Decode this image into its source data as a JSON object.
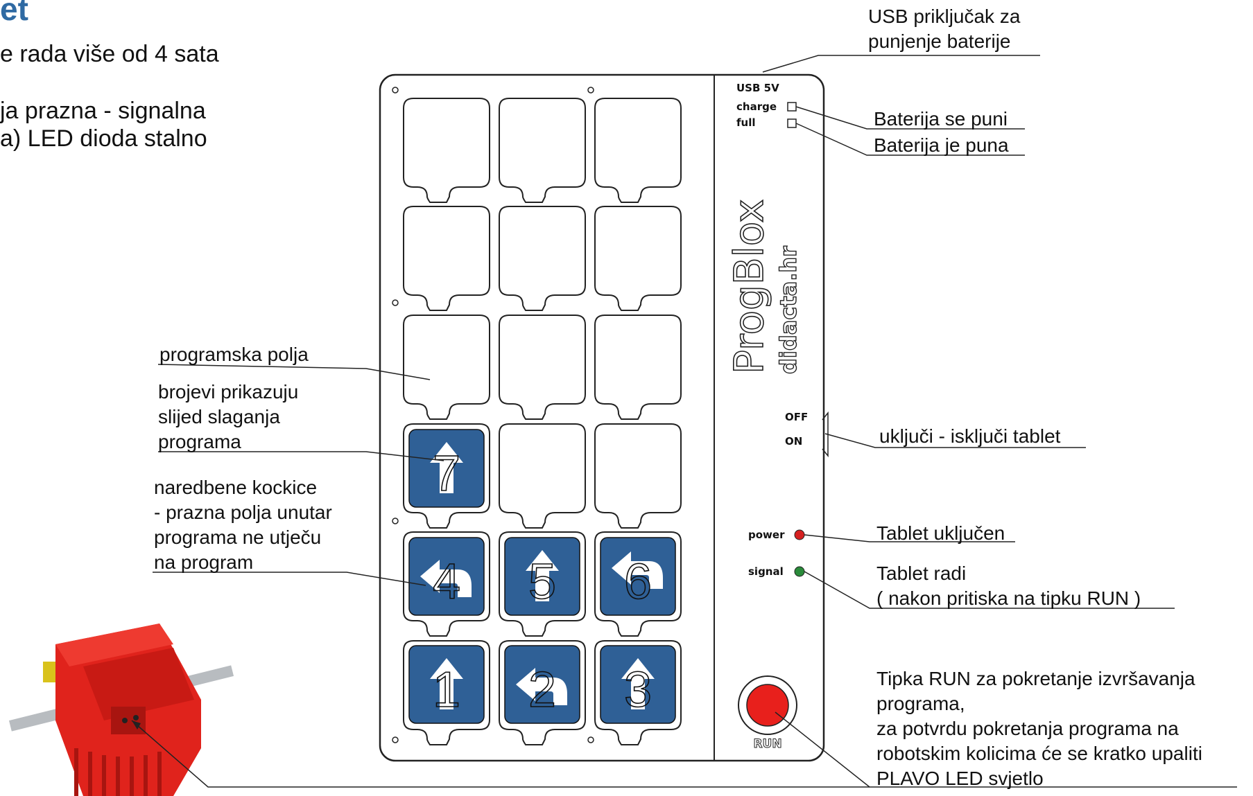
{
  "title": "et",
  "intro_lines": [
    "e rada više od 4 sata",
    "ja prazna - signalna",
    "a) LED dioda stalno"
  ],
  "board": {
    "brand": "ProgBlox",
    "website": "didacta.hr",
    "usb_label": "USB 5V",
    "charge_label": "charge",
    "full_label": "full",
    "off_label": "OFF",
    "on_label": "ON",
    "power_label": "power",
    "signal_label": "signal",
    "run_label": "RUN",
    "tile_numbers": [
      "1",
      "2",
      "3",
      "4",
      "5",
      "6",
      "7"
    ],
    "colors": {
      "tile_blue": "#2f6096",
      "run_red": "#e8201c",
      "power_led": "#d62020",
      "signal_led": "#2a8a3a"
    }
  },
  "annotations": {
    "usb": [
      "USB priključak za",
      "punjenje baterije"
    ],
    "charging": "Baterija se puni",
    "full": "Baterija je puna",
    "switch": "uključi - isključi tablet",
    "power": "Tablet uključen",
    "signal": [
      "Tablet radi",
      "( nakon pritiska na tipku RUN )"
    ],
    "run": [
      "Tipka RUN za pokretanje izvršavanja",
      "programa,",
      "za potvrdu pokretanja programa na",
      "robotskim kolicima će se kratko upaliti",
      "PLAVO LED svjetlo"
    ],
    "fields": "programska polja",
    "numbers": [
      "brojevi prikazuju",
      "slijed slaganja",
      "programa"
    ],
    "blocks": [
      "naredbene kockice",
      "- prazna polja unutar",
      "programa ne utječu",
      "na program"
    ]
  }
}
